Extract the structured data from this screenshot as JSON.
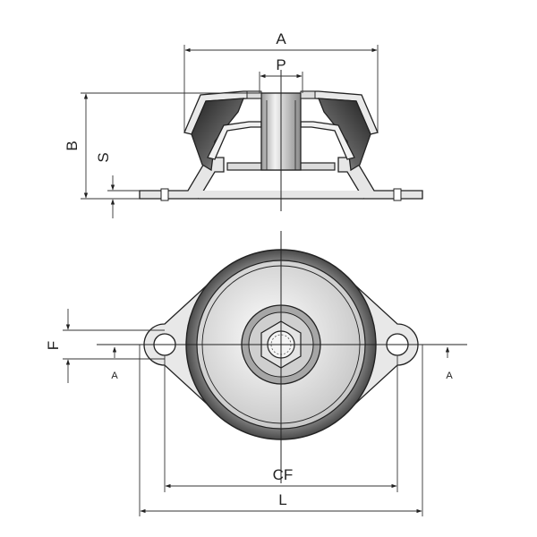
{
  "labels": {
    "A_top": "A",
    "P": "P",
    "B": "B",
    "S": "S",
    "F": "F",
    "A_left": "A",
    "A_right": "A",
    "CF": "CF",
    "L": "L"
  },
  "colors": {
    "line": "#222222",
    "metal_light": "#eeeeee",
    "metal_mid": "#c8c8c8",
    "rubber_dark": "#3a3a3a",
    "rubber_light": "#b0b0b0",
    "bushing": "#d6d6d6"
  }
}
